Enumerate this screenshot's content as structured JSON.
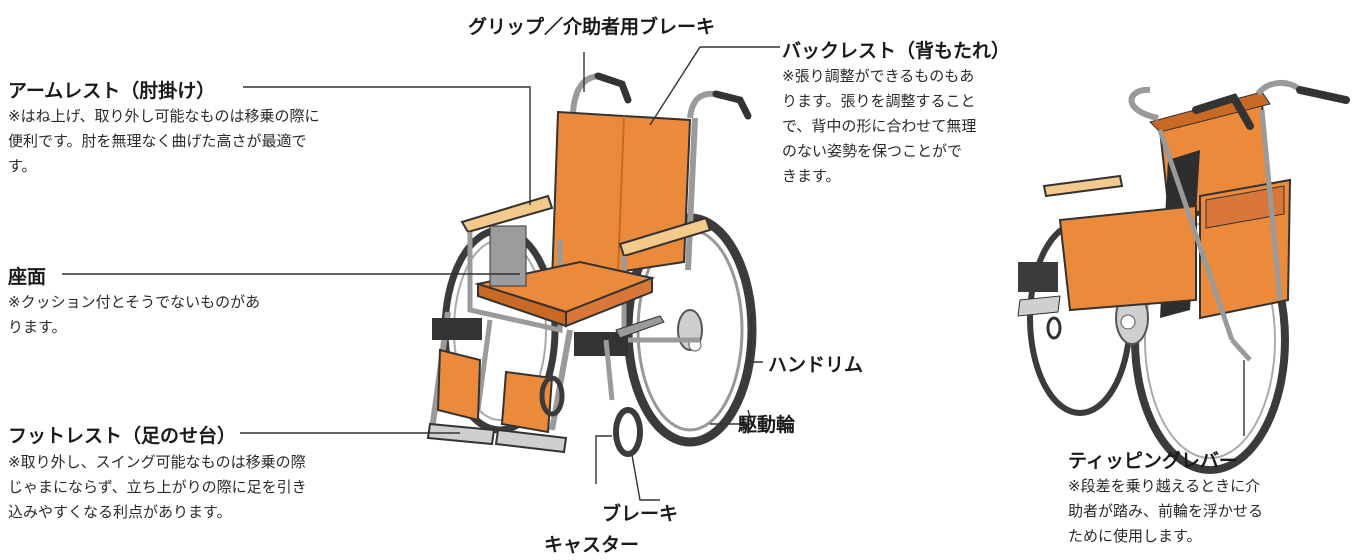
{
  "labels": {
    "grip": "グリップ／介助者用ブレーキ",
    "backrest": "バックレスト（背もたれ）",
    "armrest": "アームレスト（肘掛け）",
    "seat": "座面",
    "footrest": "フットレスト（足のせ台）",
    "handrim": "ハンドリム",
    "drive_wheel": "駆動輪",
    "brake": "ブレーキ",
    "caster": "キャスター",
    "tipping_lever": "ティッピングレバー"
  },
  "notes": {
    "armrest": [
      "※はね上げ、取り外し可能なものは移乗の際に",
      "便利です。肘を無理なく曲げた高さが最適で",
      "す。"
    ],
    "backrest": [
      "※張り調整ができるものもあ",
      "ります。張りを調整すること",
      "で、背中の形に合わせて無理",
      "のない姿勢を保つことがで",
      "きます。"
    ],
    "seat": [
      "※クッション付とそうでないものがあ",
      "ります。"
    ],
    "footrest": [
      "※取り外し、スイング可能なものは移乗の際",
      "じゃまにならず、立ち上がりの際に足を引き",
      "込みやすくなる利点があります。"
    ],
    "tipping_lever": [
      "※段差を乗り越えるときに介",
      "助者が踏み、前輪を浮かせる",
      "ために使用します。"
    ]
  },
  "colors": {
    "upholstery": "#ec8a3c",
    "upholstery_dark": "#c96a24",
    "frame": "#9a9a9a",
    "armpad": "#f4c98c",
    "tire": "#3b3b3b",
    "line": "#333333"
  }
}
